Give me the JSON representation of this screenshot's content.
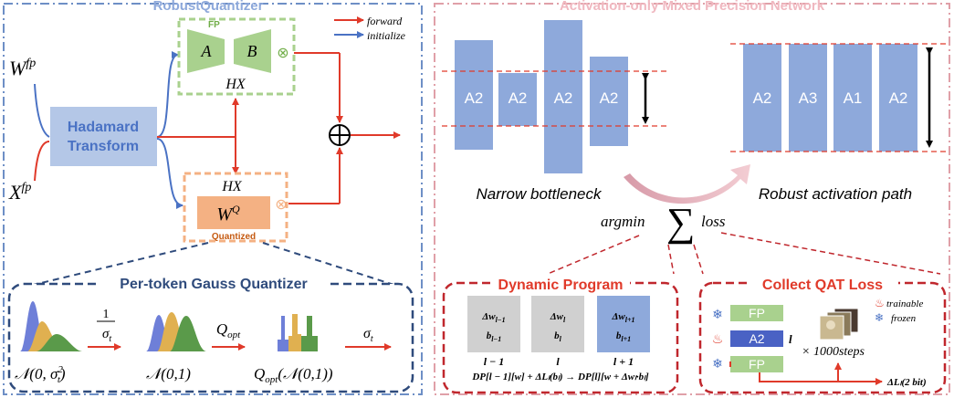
{
  "left_panel": {
    "title": "RobustQuantizer",
    "legend": {
      "forward": "forward",
      "initialize": "initialize"
    },
    "inputs": {
      "w_base": "W",
      "w_sup": "fp",
      "x_base": "X",
      "x_sup": "fp"
    },
    "hadamard": {
      "line1": "Hadamard",
      "line2": "Transform"
    },
    "fp_block": {
      "tag": "FP",
      "a": "A",
      "b": "B",
      "output": "HX",
      "mult": "⊗"
    },
    "q_block": {
      "input": "HX",
      "w_base": "W",
      "w_sup": "Q",
      "tag": "Quantized",
      "mult": "⊗"
    },
    "sum": "⊕",
    "gauss": {
      "title": "Per-token Gauss Quantizer",
      "op1_num": "1",
      "op1_den_base": "σ",
      "op1_den_sub": "t",
      "op2_base": "Q",
      "op2_sub": "opt",
      "op3_base": "σ",
      "op3_sub": "t",
      "label1": "𝒩(0, σ",
      "label1_sup": "2",
      "label1_sub": "t",
      "label1_end": ")",
      "label2": "𝒩(0,1)",
      "label3_q": "Q",
      "label3_sub": "opt",
      "label3_rest": "(𝒩(0,1))"
    }
  },
  "right_panel": {
    "title": "Activation-only Mixed Precision Network",
    "narrow_bars": [
      "A2",
      "A2",
      "A2",
      "A2"
    ],
    "robust_bars": [
      "A2",
      "A3",
      "A1",
      "A2"
    ],
    "narrow_label": "Narrow bottleneck",
    "robust_label": "Robust activation path",
    "argmin": "argmin",
    "sum_symbol": "∑",
    "loss": "loss",
    "dp": {
      "title": "Dynamic Program",
      "cells": [
        {
          "top": "Δw",
          "top_sub": "l−1",
          "bottom": "b",
          "bottom_sub": "l−1",
          "index": "l − 1"
        },
        {
          "top": "Δw",
          "top_sub": "l",
          "bottom": "b",
          "bottom_sub": "l",
          "index": "l"
        },
        {
          "top": "Δw",
          "top_sub": "l+1",
          "bottom": "b",
          "bottom_sub": "l+1",
          "index": "l + 1"
        }
      ],
      "formula": "DP[l − 1][w] + ΔLₗ(bₗ) → DP[l][w + Δwₗ·bₗ]"
    },
    "qat": {
      "title": "Collect QAT Loss",
      "layers": [
        "FP",
        "A2",
        "FP"
      ],
      "layer_index": "l",
      "trainable": "trainable",
      "frozen": "frozen",
      "steps": "× 1000steps",
      "output": "ΔLₗ(2 bit)"
    }
  },
  "colors": {
    "blue_border": "#6e8fc6",
    "pink_border": "#e0a0a8",
    "red_arrow": "#e03a2a",
    "blue_arrow": "#4a72c4",
    "green": "#a9d18e",
    "bar_blue": "#8ea9db",
    "orange": "#f4b183",
    "dark_navy": "#2f4b7c",
    "dark_red": "#c0272d"
  }
}
